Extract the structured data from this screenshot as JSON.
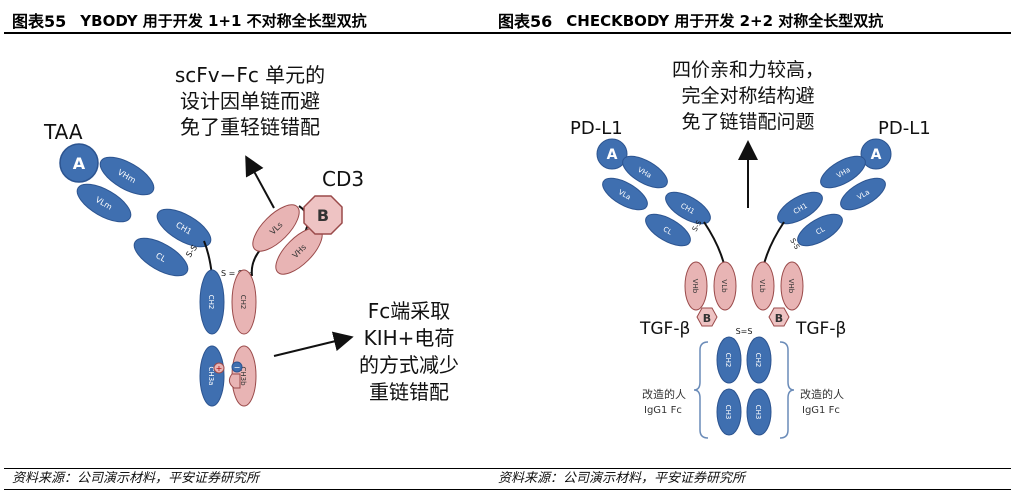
{
  "left": {
    "fig_num": "图表55",
    "title": "YBODY 用于开发 1+1 不对称全长型双抗",
    "labels": {
      "taa": "TAA",
      "cd3": "CD3",
      "antigen_a": "A",
      "antigen_b": "B",
      "vhm": "VHm",
      "vlm": "VLm",
      "ch1": "CH1",
      "cl": "CL",
      "ss": "S-S",
      "hinge_ss": "= S = S =",
      "vls": "VLs",
      "vhs": "VHs",
      "ch2_left": "CH2",
      "ch2_right": "CH2",
      "ch3_left": "CH3a",
      "ch3_right": "CH3b",
      "plus": "+",
      "minus": "−"
    },
    "note_top": [
      "scFv−Fc 单元的",
      "设计因单链而避",
      "免了重轻链错配"
    ],
    "note_bottom": [
      "Fc端采取",
      "KIH+电荷",
      "的方式减少",
      "重链错配"
    ]
  },
  "right": {
    "fig_num": "图表56",
    "title": "CHECKBODY 用于开发 2+2 对称全长型双抗",
    "labels": {
      "pdl1_left": "PD-L1",
      "pdl1_right": "PD-L1",
      "antigen_a": "A",
      "antigen_b": "B",
      "vha": "VHa",
      "vla": "VLa",
      "ch1": "CH1",
      "cl": "CL",
      "vhb": "VHb",
      "vlb": "VLb",
      "tgf_left": "TGF-β",
      "tgf_right": "TGF-β",
      "ss": "S-S",
      "hinge": "S=S",
      "ch2": "CH2",
      "ch3": "CH3",
      "fc_left": [
        "改造的人",
        "IgG1 Fc"
      ],
      "fc_right": [
        "改造的人",
        "IgG1 Fc"
      ]
    },
    "note_top": [
      "四价亲和力较高，",
      "完全对称结构避",
      "免了链错配问题"
    ]
  },
  "source": "资料来源：公司演示材料，平安证券研究所",
  "colors": {
    "blue_domain": "#3f6fb0",
    "blue_stroke": "#2c5490",
    "pink_domain": "#e8b4b4",
    "pink_stroke": "#9a4a4a",
    "hexagon_fill": "#eec3c3"
  }
}
